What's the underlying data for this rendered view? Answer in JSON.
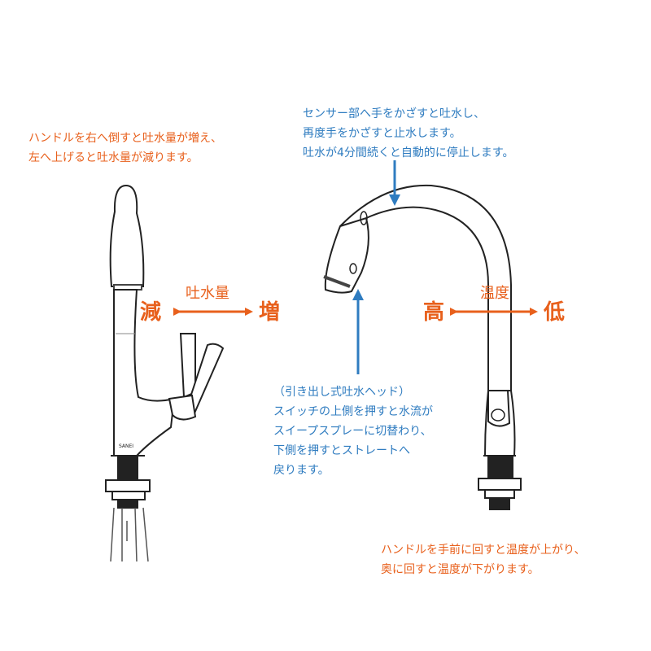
{
  "left_note": {
    "line1": "ハンドルを右へ倒すと吐水量が増え、",
    "line2": "左へ上げると吐水量が減ります。",
    "color": "#e8601c"
  },
  "sensor_note": {
    "line1": "センサー部へ手をかざすと吐水し、",
    "line2": "再度手をかざすと止水します。",
    "line3": "吐水が4分間続くと自動的に停止します。",
    "color": "#2f7cc0"
  },
  "flow_label": {
    "title": "吐水量",
    "decrease": "減",
    "increase": "増"
  },
  "temp_label": {
    "title": "温度",
    "high": "高",
    "low": "低"
  },
  "head_note": {
    "line1": "（引き出し式吐水ヘッド）",
    "line2": "スイッチの上側を押すと水流が",
    "line3": "スイープスプレーに切替わり、",
    "line4": "下側を押すとストレートへ",
    "line5": "戻ります。"
  },
  "bottom_note": {
    "line1": "ハンドルを手前に回すと温度が上がり、",
    "line2": "奥に回すと温度が下がります。"
  },
  "arrow_colors": {
    "orange": "#e8601c",
    "blue": "#2f7cc0"
  }
}
